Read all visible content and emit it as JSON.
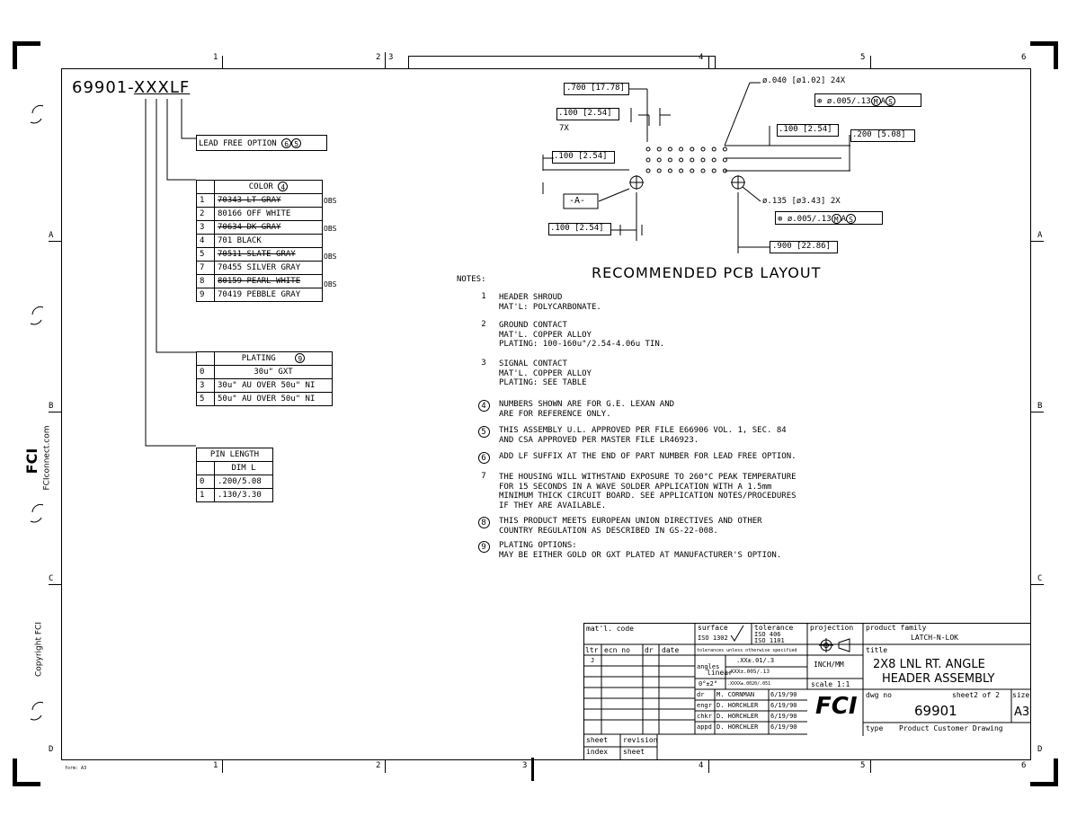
{
  "part_number": {
    "base": "69901-",
    "xxx": "XXX",
    "suffix": "LF"
  },
  "grid": {
    "top_numbers": [
      "1",
      "2",
      "3",
      "4",
      "5",
      "6"
    ],
    "bottom_numbers": [
      "1",
      "2",
      "3",
      "4",
      "5",
      "6"
    ],
    "row_letters": [
      "A",
      "B",
      "C",
      "D"
    ]
  },
  "lead_free": {
    "label": "LEAD FREE OPTION",
    "notes": [
      "6",
      "5"
    ]
  },
  "color_table": {
    "header": "COLOR",
    "note": "4",
    "rows": [
      {
        "n": "1",
        "desc": "70343 LT GRAY",
        "obs": "OBS"
      },
      {
        "n": "2",
        "desc": "80166 OFF WHITE",
        "obs": ""
      },
      {
        "n": "3",
        "desc": "70634 DK GRAY",
        "obs": "OBS"
      },
      {
        "n": "4",
        "desc": "701 BLACK",
        "obs": ""
      },
      {
        "n": "5",
        "desc": "70511 SLATE GRAY",
        "obs": "OBS"
      },
      {
        "n": "7",
        "desc": "70455 SILVER GRAY",
        "obs": ""
      },
      {
        "n": "8",
        "desc": "80159 PEARL WHITE",
        "obs": "OBS"
      },
      {
        "n": "9",
        "desc": "70419 PEBBLE GRAY",
        "obs": ""
      }
    ]
  },
  "plating_table": {
    "header": "PLATING",
    "note": "9",
    "rows": [
      {
        "n": "0",
        "desc": "30u\" GXT"
      },
      {
        "n": "3",
        "desc": "30u\" AU OVER 50u\" NI"
      },
      {
        "n": "5",
        "desc": "50u\" AU OVER 50u\" NI"
      }
    ]
  },
  "pin_length_table": {
    "header": "PIN LENGTH",
    "subheader": "DIM L",
    "rows": [
      {
        "n": "0",
        "desc": ".200/5.08"
      },
      {
        "n": "1",
        "desc": ".130/3.30"
      }
    ]
  },
  "side_text": {
    "website": "FCIconnect.com",
    "copyright": "Copyright FCI",
    "logo": "FCI"
  },
  "pcb": {
    "title": "RECOMMENDED PCB LAYOUT",
    "dims": {
      "d700": ".700 [17.78]",
      "d100a": ".100 [2.54]",
      "x7": "7X",
      "d100b": ".100 [2.54]",
      "d100c": ".100 [2.54]",
      "hole040": "ø.040 [ø1.02] 24X",
      "tol040": "ø.005/.13",
      "d100d": ".100 [2.54]",
      "d200": ".200 [5.08]",
      "hole135": "ø.135 [ø3.43] 2X",
      "tol135": "ø.005/.13",
      "d900": ".900 [22.86]",
      "datum": "-A-"
    }
  },
  "notes": {
    "title": "NOTES:",
    "items": [
      {
        "n": "1",
        "circled": false,
        "text": "HEADER SHROUD\nMAT'L: POLYCARBONATE."
      },
      {
        "n": "2",
        "circled": false,
        "text": "GROUND CONTACT\nMAT'L. COPPER ALLOY\nPLATING: 100-160u\"/2.54-4.06u TIN."
      },
      {
        "n": "3",
        "circled": false,
        "text": "SIGNAL CONTACT\nMAT'L. COPPER ALLOY\nPLATING: SEE TABLE"
      },
      {
        "n": "4",
        "circled": true,
        "text": "NUMBERS SHOWN ARE FOR G.E. LEXAN AND\nARE FOR REFERENCE ONLY."
      },
      {
        "n": "5",
        "circled": true,
        "text": "THIS ASSEMBLY U.L. APPROVED PER FILE E66906 VOL. 1, SEC. 84\nAND CSA APPROVED PER MASTER FILE LR46923."
      },
      {
        "n": "6",
        "circled": true,
        "text": "ADD LF SUFFIX AT THE END OF PART NUMBER FOR LEAD FREE OPTION."
      },
      {
        "n": "7",
        "circled": false,
        "text": "THE HOUSING WILL WITHSTAND EXPOSURE TO 260°C PEAK TEMPERATURE\nFOR 15 SECONDS IN A WAVE SOLDER APPLICATION WITH A 1.5mm\nMINIMUM THICK CIRCUIT BOARD. SEE APPLICATION NOTES/PROCEDURES\nIF THEY ARE AVAILABLE."
      },
      {
        "n": "8",
        "circled": true,
        "text": "THIS PRODUCT MEETS EUROPEAN UNION DIRECTIVES AND OTHER\nCOUNTRY REGULATION AS DESCRIBED IN GS-22-008."
      },
      {
        "n": "9",
        "circled": true,
        "text": "PLATING OPTIONS:\nMAY BE EITHER GOLD OR GXT PLATED AT MANUFACTURER'S OPTION."
      }
    ]
  },
  "title_block": {
    "matl_code": "mat'l. code",
    "surface": "surface",
    "surface_std": "ISO 1302",
    "tolerance": "tolerance",
    "tol_std1": "ISO 406",
    "tol_std2": "ISO 1101",
    "projection": "projection",
    "product_family_label": "product family",
    "product_family": "LATCH-N-LOK",
    "title_label": "title",
    "title_line1": "2X8 LNL RT. ANGLE",
    "title_line2": "HEADER ASSEMBLY",
    "ltr": "ltr",
    "ecn_no": "ecn no",
    "dr_h": "dr",
    "date_h": "date",
    "rev_ltr": "J",
    "tol_note": "tolerances unless otherwise specified",
    "angles": "angles",
    "linear": "linear",
    "tol_xx": ".XX±.01/.3",
    "tol_xxx": ".XXX±.005/.13",
    "tol_xxxx": ".XXXX±.0020/.051",
    "angle_tol": "0°±2°",
    "units": "INCH/MM",
    "scale": "scale 1:1",
    "people": [
      {
        "role": "dr",
        "name": "M. CORNMAN",
        "date": "6/19/90"
      },
      {
        "role": "engr",
        "name": "D. HORCHLER",
        "date": "6/19/90"
      },
      {
        "role": "chkr",
        "name": "D. HORCHLER",
        "date": "6/19/90"
      },
      {
        "role": "appd",
        "name": "D. HORCHLER",
        "date": "6/19/90"
      }
    ],
    "dwg_no_label": "dwg no",
    "sheet_label": "sheet2 of 2",
    "size_label": "size",
    "dwg_no": "69901",
    "size": "A3",
    "type_label": "type",
    "type": "Product Customer Drawing",
    "sheet_index": [
      "sheet",
      "index"
    ],
    "revision_sheet": [
      "revision",
      "sheet"
    ],
    "logo": "FCI"
  },
  "form": "form: A3"
}
